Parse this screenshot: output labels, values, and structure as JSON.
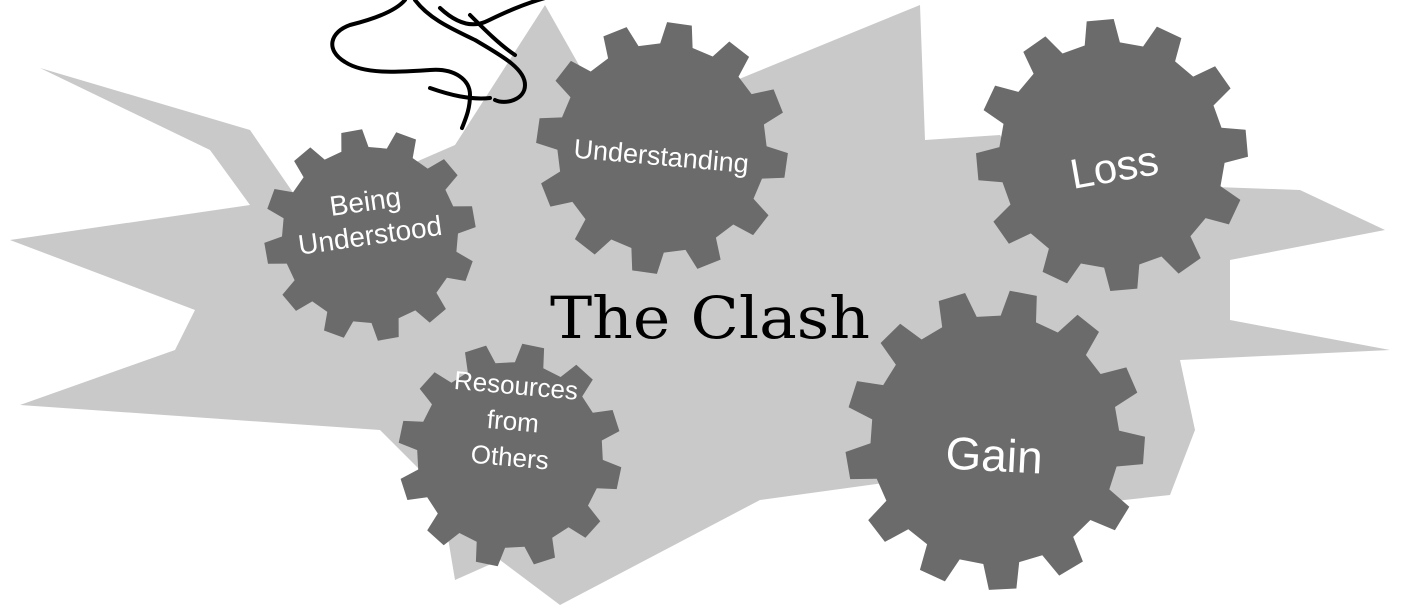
{
  "title": "The Clash",
  "colors": {
    "background": "#ffffff",
    "burst": "#c9c9c9",
    "gear": "#6b6b6b",
    "gear_text": "#ffffff",
    "title_text": "#000000",
    "scribble": "#000000"
  },
  "gears": [
    {
      "id": "being-understood",
      "lines": [
        "Being",
        "Understood"
      ]
    },
    {
      "id": "understanding",
      "lines": [
        "Understanding"
      ]
    },
    {
      "id": "loss",
      "lines": [
        "Loss"
      ]
    },
    {
      "id": "resources-from-others",
      "lines": [
        "Resources",
        "from",
        "Others"
      ]
    },
    {
      "id": "gain",
      "lines": [
        "Gain"
      ]
    }
  ]
}
